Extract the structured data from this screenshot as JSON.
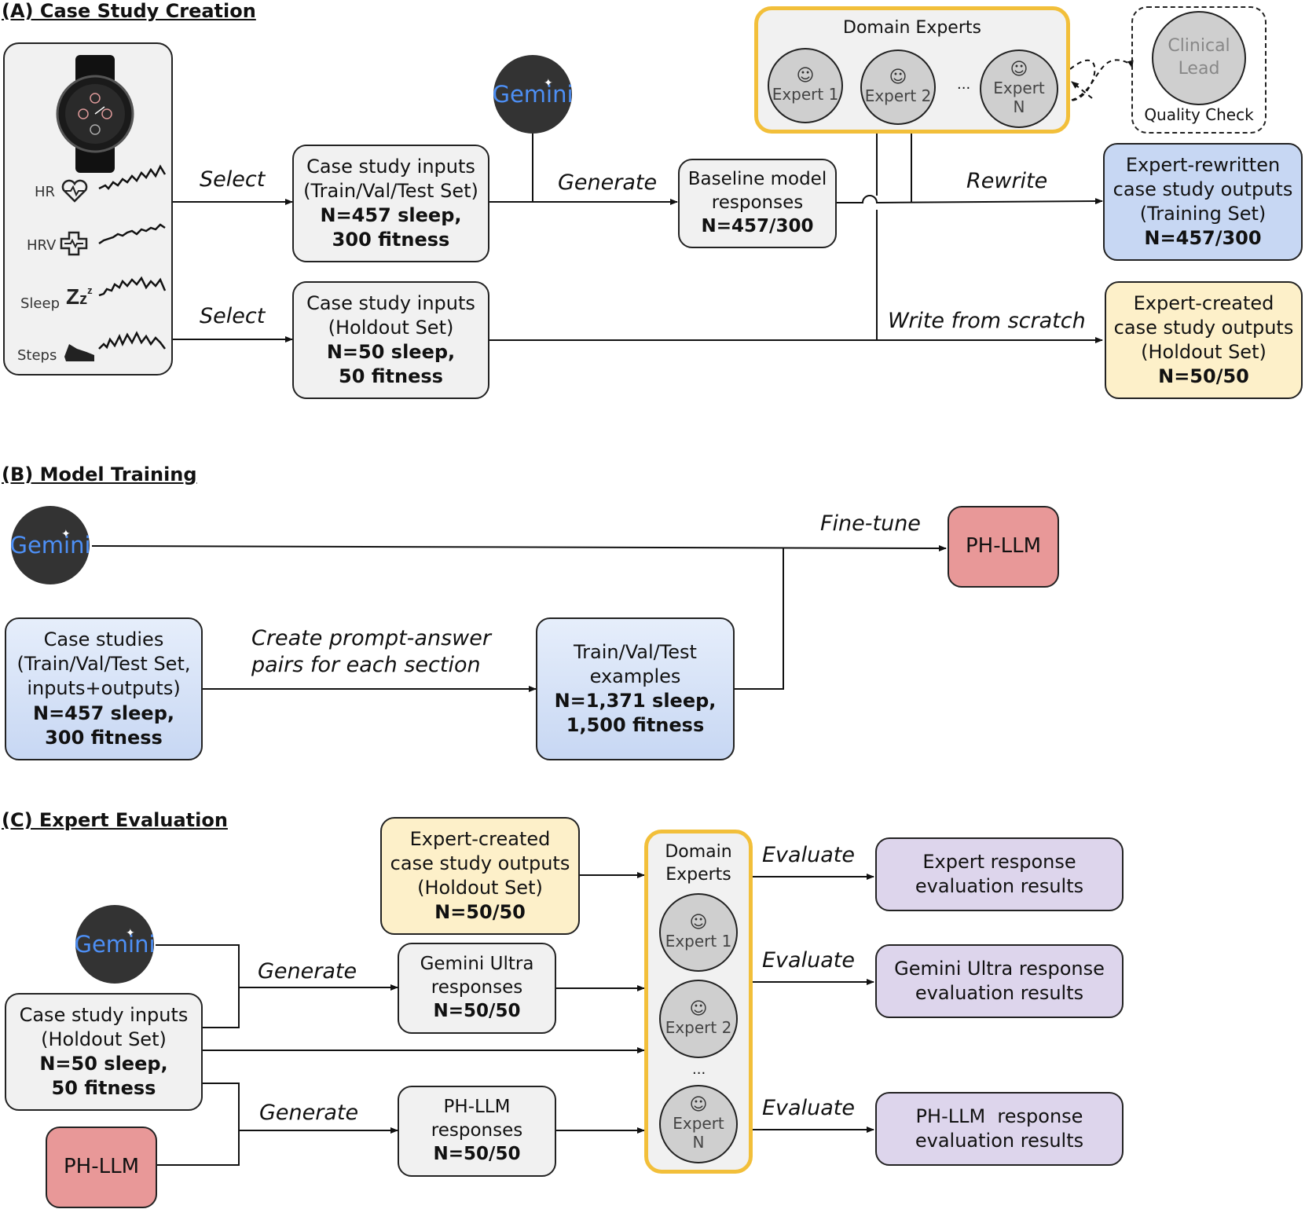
{
  "sections": {
    "a": "(A) Case Study Creation",
    "b": "(B) Model Training",
    "c": "(C) Expert Evaluation"
  },
  "gemini_logo": "Gemini",
  "device": {
    "metrics": [
      "HR",
      "HRV",
      "Sleep",
      "Steps"
    ],
    "icons": [
      "heart-rate-icon",
      "hrv-icon",
      "sleep-icon",
      "shoe-icon"
    ]
  },
  "panel_a": {
    "select_1": "Select",
    "select_2": "Select",
    "generate": "Generate",
    "rewrite": "Rewrite",
    "write_from_scratch": "Write from scratch",
    "inputs_train": [
      "Case study inputs",
      "(Train/Val/Test Set)",
      "N=457 sleep,",
      "300 fitness"
    ],
    "inputs_holdout": [
      "Case study inputs",
      "(Holdout Set)",
      "N=50 sleep,",
      "50 fitness"
    ],
    "baseline": [
      "Baseline model",
      "responses",
      "N=457/300"
    ],
    "rewritten": [
      "Expert-rewritten",
      "case study outputs",
      "(Training Set)",
      "N=457/300"
    ],
    "created": [
      "Expert-created",
      "case study outputs",
      "(Holdout Set)",
      "N=50/50"
    ],
    "domain_experts": {
      "title": "Domain Experts",
      "experts": [
        "Expert 1",
        "Expert 2",
        "Expert N"
      ],
      "ellipsis": "..."
    },
    "clinical_lead": "Clinical Lead",
    "quality_check": "Quality Check"
  },
  "panel_b": {
    "fine_tune": "Fine-tune",
    "ph_llm": "PH-LLM",
    "create_pairs": [
      "Create prompt-answer",
      "pairs for each section"
    ],
    "case_studies": [
      "Case studies",
      "(Train/Val/Test Set,",
      "inputs+outputs)",
      "N=457 sleep,",
      "300 fitness"
    ],
    "examples": [
      "Train/Val/Test",
      "examples",
      "N=1,371 sleep,",
      "1,500 fitness"
    ]
  },
  "panel_c": {
    "created": [
      "Expert-created",
      "case study outputs",
      "(Holdout Set)",
      "N=50/50"
    ],
    "inputs": [
      "Case study inputs",
      "(Holdout Set)",
      "N=50 sleep,",
      "50 fitness"
    ],
    "ph_llm": "PH-LLM",
    "generate_1": "Generate",
    "generate_2": "Generate",
    "gemini_ultra": [
      "Gemini Ultra",
      "responses",
      "N=50/50"
    ],
    "ph_llm_resp": [
      "PH-LLM",
      "responses",
      "N=50/50"
    ],
    "domain_experts": {
      "title": [
        "Domain",
        "Experts"
      ],
      "experts": [
        "Expert 1",
        "Expert 2",
        "Expert N"
      ],
      "ellipsis": "..."
    },
    "evaluate": [
      "Evaluate",
      "Evaluate",
      "Evaluate"
    ],
    "results": [
      [
        "Expert response",
        "evaluation results"
      ],
      [
        "Gemini Ultra response",
        "evaluation results"
      ],
      [
        "PH-LLM  response",
        "evaluation results"
      ]
    ]
  }
}
